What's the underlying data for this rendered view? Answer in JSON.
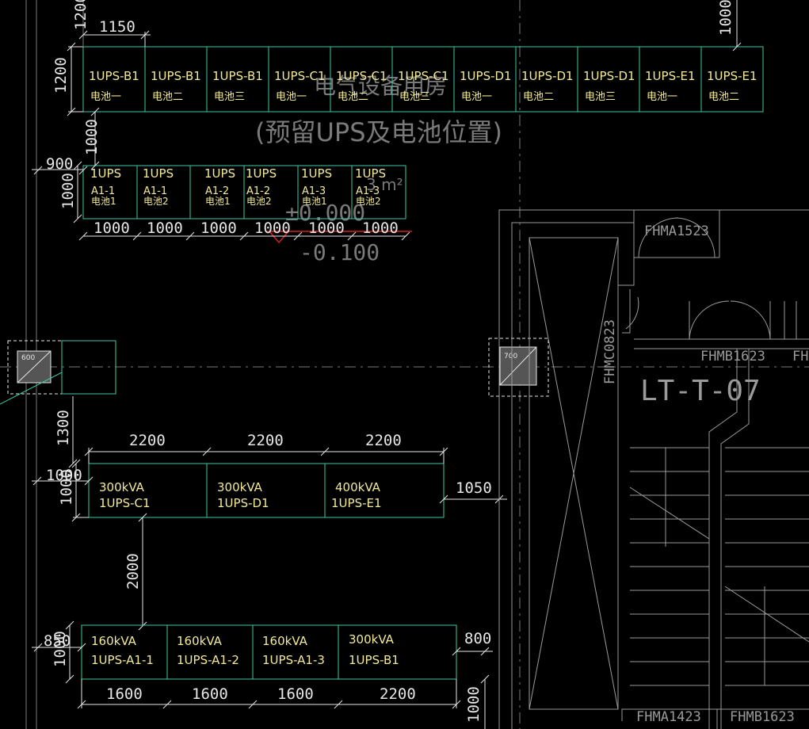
{
  "colors": {
    "background": "#000000",
    "equipment_outline": "#3fc7a8",
    "equipment_text": "#f2ea9a",
    "dimension": "#e6e6e6",
    "ghost_text": "#7a7a7a",
    "wall": "#9a9a9a",
    "accent_red": "#d02020"
  },
  "room_label": {
    "line1": "电气设备用房",
    "line2": "(预留UPS及电池位置)",
    "area": "3 m²",
    "level_main": "±0.000",
    "level_sub": "-0.100"
  },
  "battery_row_top": {
    "cells": [
      {
        "model": "1UPS-B1",
        "battery": "电池一"
      },
      {
        "model": "1UPS-B1",
        "battery": "电池二"
      },
      {
        "model": "1UPS-B1",
        "battery": "电池三"
      },
      {
        "model": "1UPS-C1",
        "battery": "电池一"
      },
      {
        "model": "1UPS-C1",
        "battery": "电池二"
      },
      {
        "model": "1UPS-C1",
        "battery": "电池三"
      },
      {
        "model": "1UPS-D1",
        "battery": "电池一"
      },
      {
        "model": "1UPS-D1",
        "battery": "电池二"
      },
      {
        "model": "1UPS-D1",
        "battery": "电池三"
      },
      {
        "model": "1UPS-E1",
        "battery": "电池一"
      },
      {
        "model": "1UPS-E1",
        "battery": "电池二"
      }
    ],
    "dim_width": "1150",
    "dim_height": "1200",
    "dim_top_left": "1200",
    "dim_top_right": "1000"
  },
  "battery_row_small": {
    "cells": [
      {
        "l1": "1UPS",
        "l2": "A1-1",
        "l3": "电池1"
      },
      {
        "l1": "1UPS",
        "l2": "A1-1",
        "l3": "电池2"
      },
      {
        "l1": "1UPS",
        "l2": "A1-2",
        "l3": "电池1"
      },
      {
        "l1": "1UPS",
        "l2": "A1-2",
        "l3": "电池2"
      },
      {
        "l1": "1UPS",
        "l2": "A1-3",
        "l3": "电池1"
      },
      {
        "l1": "1UPS",
        "l2": "A1-3",
        "l3": "电池2"
      }
    ],
    "widths": [
      "1000",
      "1000",
      "1000",
      "1000",
      "1000",
      "1000"
    ],
    "dim_gap_above": "1000",
    "dim_left": "900",
    "dim_height": "1000"
  },
  "ups_row_mid": {
    "cells": [
      {
        "capacity": "300kVA",
        "model": "1UPS-C1"
      },
      {
        "capacity": "300kVA",
        "model": "1UPS-D1"
      },
      {
        "capacity": "400kVA",
        "model": "1UPS-E1"
      }
    ],
    "widths": [
      "2200",
      "2200",
      "2200"
    ],
    "dim_gap_above": "1300",
    "dim_left": "1000",
    "dim_height": "1000",
    "dim_right": "1050",
    "dim_gap_below": "2000"
  },
  "ups_row_bottom": {
    "cells": [
      {
        "capacity": "160kVA",
        "model": "1UPS-A1-1"
      },
      {
        "capacity": "160kVA",
        "model": "1UPS-A1-2"
      },
      {
        "capacity": "160kVA",
        "model": "1UPS-A1-3"
      },
      {
        "capacity": "300kVA",
        "model": "1UPS-B1"
      }
    ],
    "widths": [
      "1600",
      "1600",
      "1600",
      "2200"
    ],
    "dim_left": "850",
    "dim_height": "1000",
    "dim_right": "800",
    "dim_below": "1000"
  },
  "columns": {
    "left_label": "600",
    "right_label": "700"
  },
  "doors": {
    "d1": "FHMA1523",
    "d2": "FHMC0823",
    "d3": "FHMB1623",
    "d3b": "FH",
    "d4": "FHMA1423",
    "d5": "FHMB1623"
  },
  "elevator": {
    "label": "LT-T-07"
  }
}
